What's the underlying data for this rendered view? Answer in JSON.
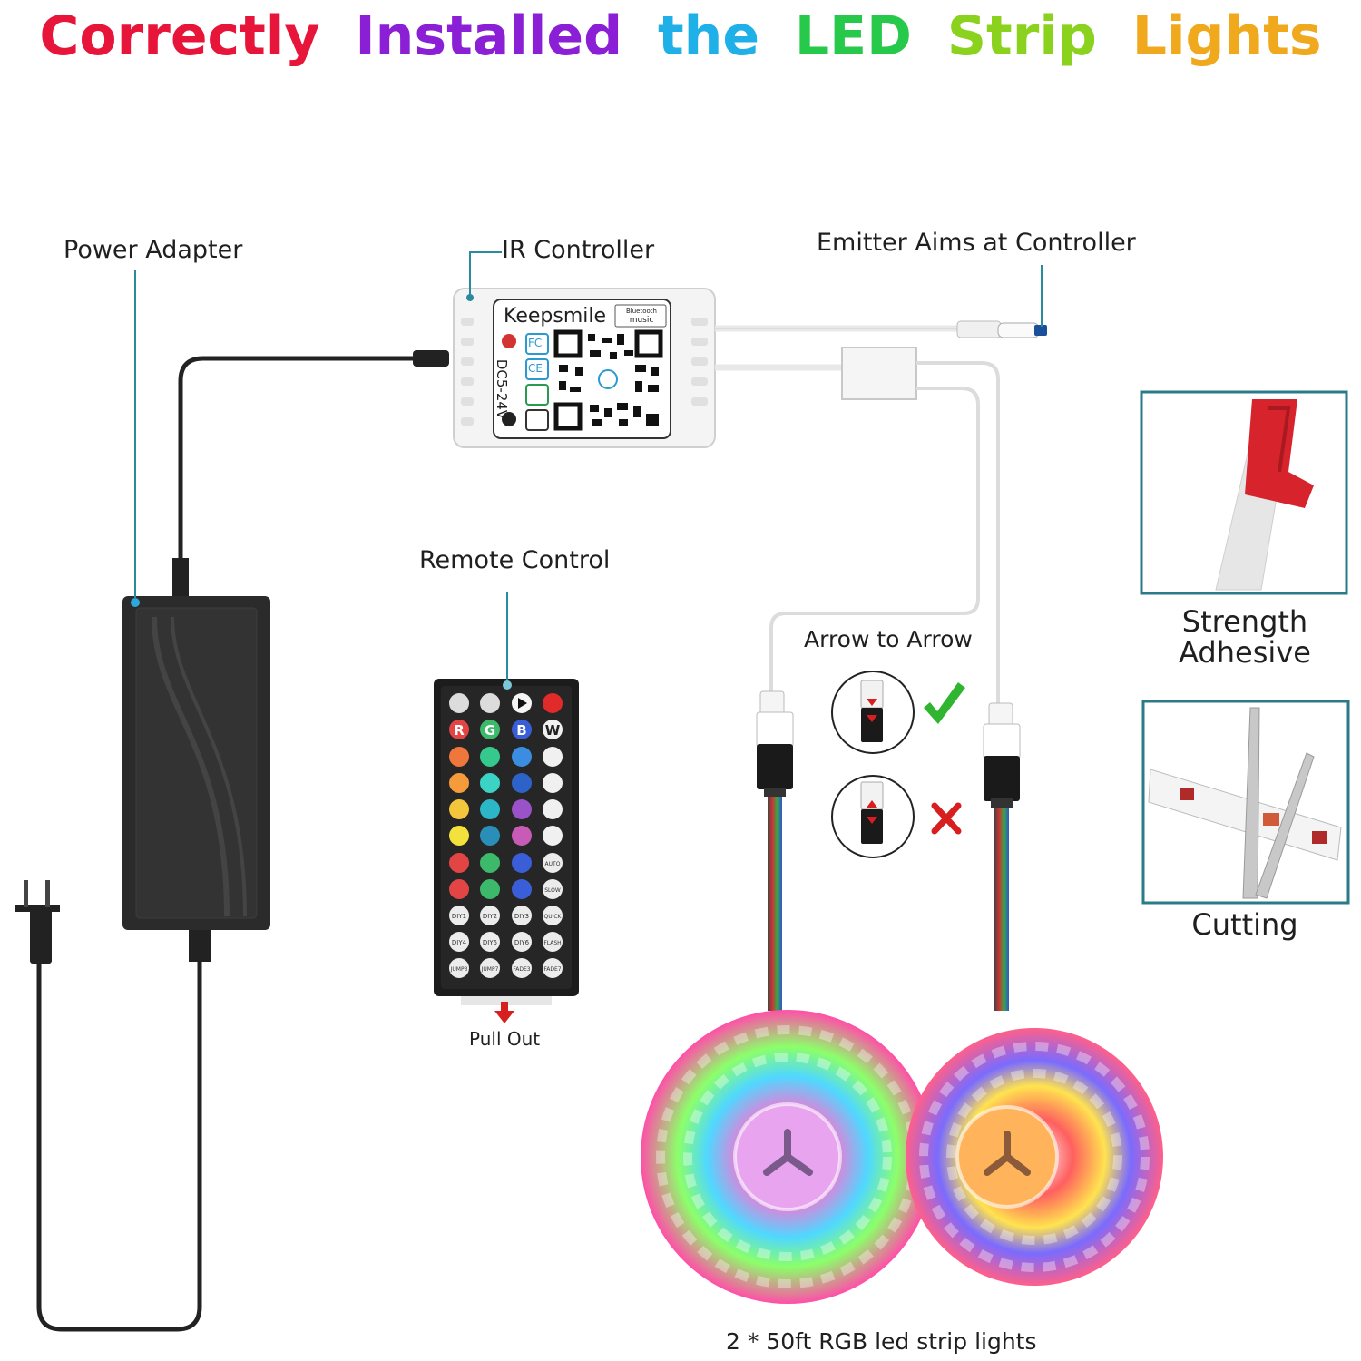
{
  "title": {
    "words": [
      "Correctly",
      "Installed",
      "the",
      "LED",
      "Strip",
      "Lights"
    ],
    "colors": [
      "#e8153a",
      "#8a1fd6",
      "#1fb0e8",
      "#27c94a",
      "#8ad21e",
      "#f0a81c"
    ]
  },
  "labels": {
    "power_adapter": "Power Adapter",
    "ir_controller": "IR Controller",
    "emitter": "Emitter Aims at Controller",
    "remote_control": "Remote Control",
    "pull_out": "Pull Out",
    "arrow_to_arrow": "Arrow to Arrow",
    "strength_adhesive": "Strength Adhesive",
    "cutting": "Cutting",
    "strip_lights": "2 * 50ft RGB led strip lights"
  },
  "controller": {
    "brand": "Keepsmile",
    "badge_top": "Bluetooth",
    "badge_bottom": "music",
    "voltage": "DC5-24V",
    "fc_mark": "FC",
    "ce_mark": "CE"
  },
  "remote": {
    "rgbw": [
      "R",
      "G",
      "B",
      "W"
    ],
    "diy_row1": [
      "DIY1",
      "DIY2",
      "DIY3"
    ],
    "diy_row2": [
      "DIY4",
      "DIY5",
      "DIY6"
    ],
    "mode_buttons": [
      "AUTO",
      "SLOW",
      "QUICK",
      "FLASH"
    ],
    "bottom_row": [
      "JUMP3",
      "JUMP7",
      "FADE3",
      "FADE7"
    ]
  },
  "colors": {
    "leader_line": "#2a8aa0",
    "check": "#2fb52f",
    "cross": "#d81f1f",
    "adapter_body": "#2b2b2b",
    "controller_body": "#f4f4f4"
  },
  "icons": [
    "plug-icon",
    "check-icon",
    "cross-icon",
    "pull-arrow-icon",
    "qr-code-icon"
  ]
}
